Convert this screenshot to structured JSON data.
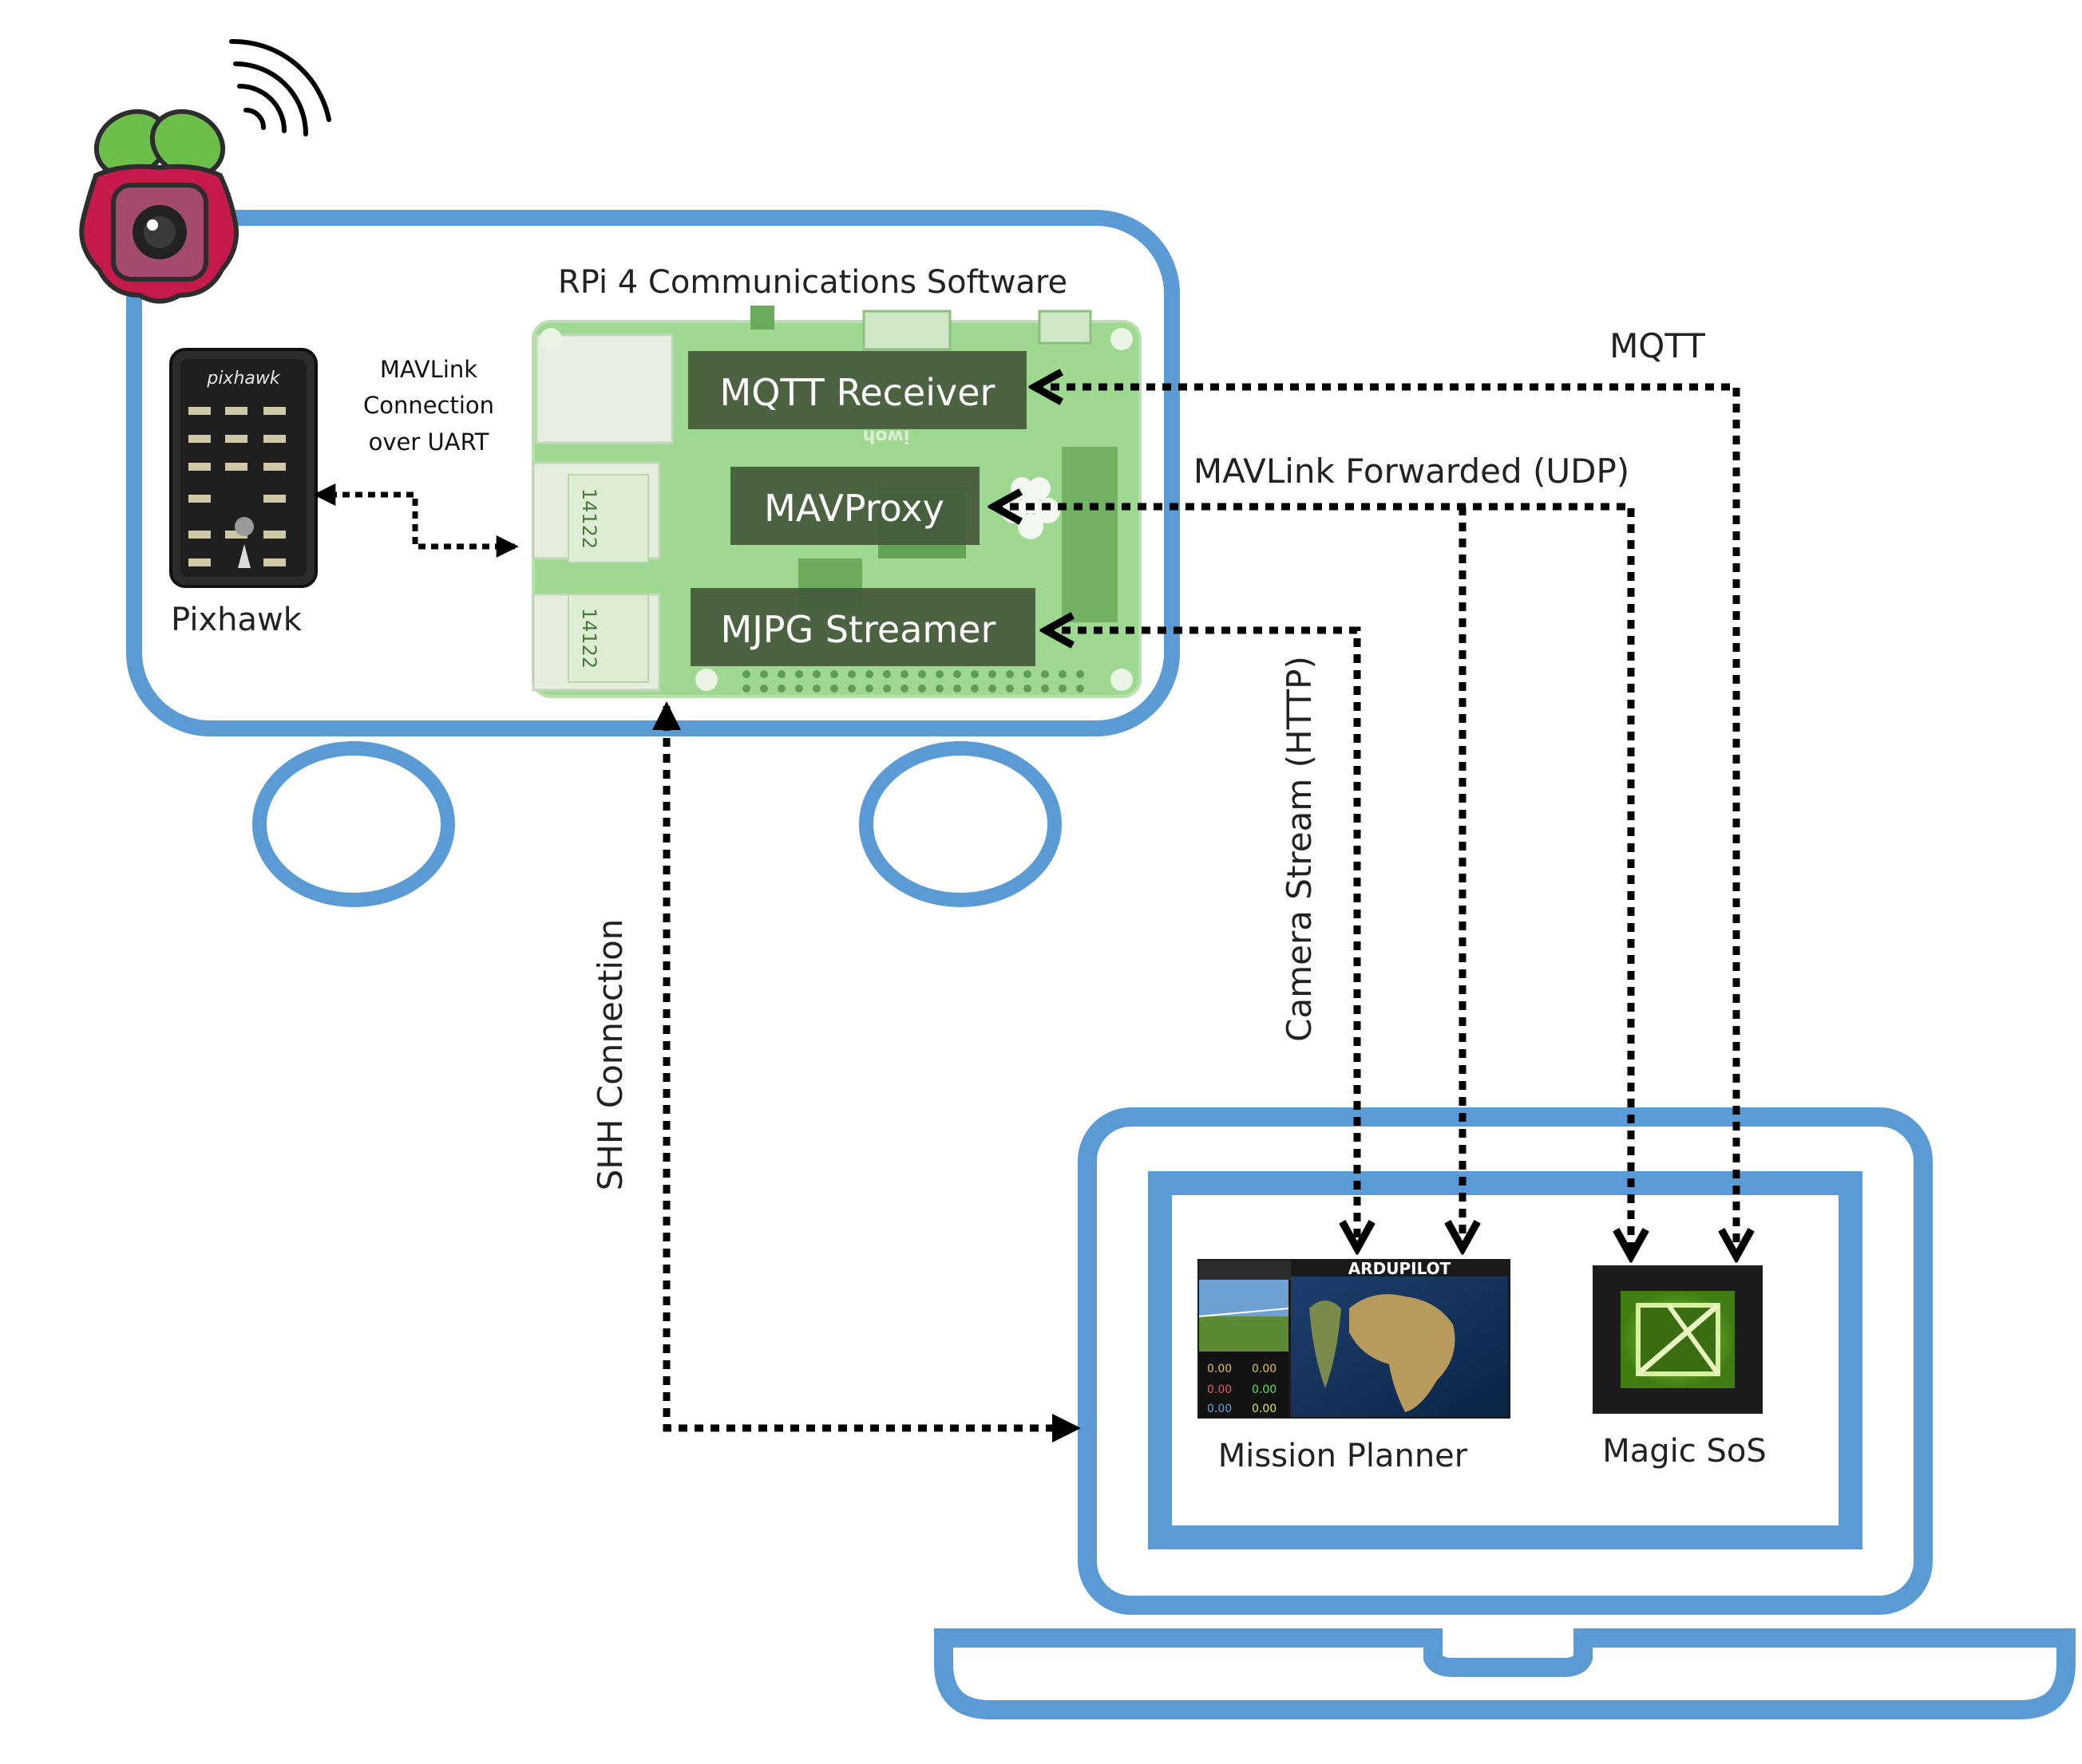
{
  "colors": {
    "outline": "#5b9bd5",
    "board_green": "#7ec86e",
    "board_dark": "#43593b",
    "arrow": "#000000",
    "raspberry_red": "#c51a4a",
    "leaf_green": "#6cc04a"
  },
  "rpi": {
    "title": "RPi 4 Communications Software",
    "modules": [
      "MQTT Receiver",
      "MAVProxy",
      "MJPG Streamer"
    ],
    "chip_text": "14122",
    "logo": "iwoh"
  },
  "pixhawk": {
    "logo_text": "pixhawk",
    "caption": "Pixhawk"
  },
  "uart_label": [
    "MAVLink",
    "Connection",
    "over UART"
  ],
  "links": {
    "mqtt": "MQTT",
    "mavlink_udp": "MAVLink Forwarded (UDP)",
    "camera": "Camera Stream (HTTP)",
    "ssh": "SHH Connection"
  },
  "apps": {
    "mission_planner": {
      "caption": "Mission Planner",
      "logo_text": "ARDUPILOT",
      "readouts": [
        "0.00",
        "0.00",
        "0.00",
        "0.00",
        "0.00",
        "0.00"
      ]
    },
    "magic_sos": {
      "caption": "Magic SoS"
    }
  },
  "icons": [
    "raspberry-camera-icon",
    "wifi-signal-icon",
    "raspberry-pi-logo-icon",
    "laptop-icon",
    "magic-sos-icon"
  ]
}
